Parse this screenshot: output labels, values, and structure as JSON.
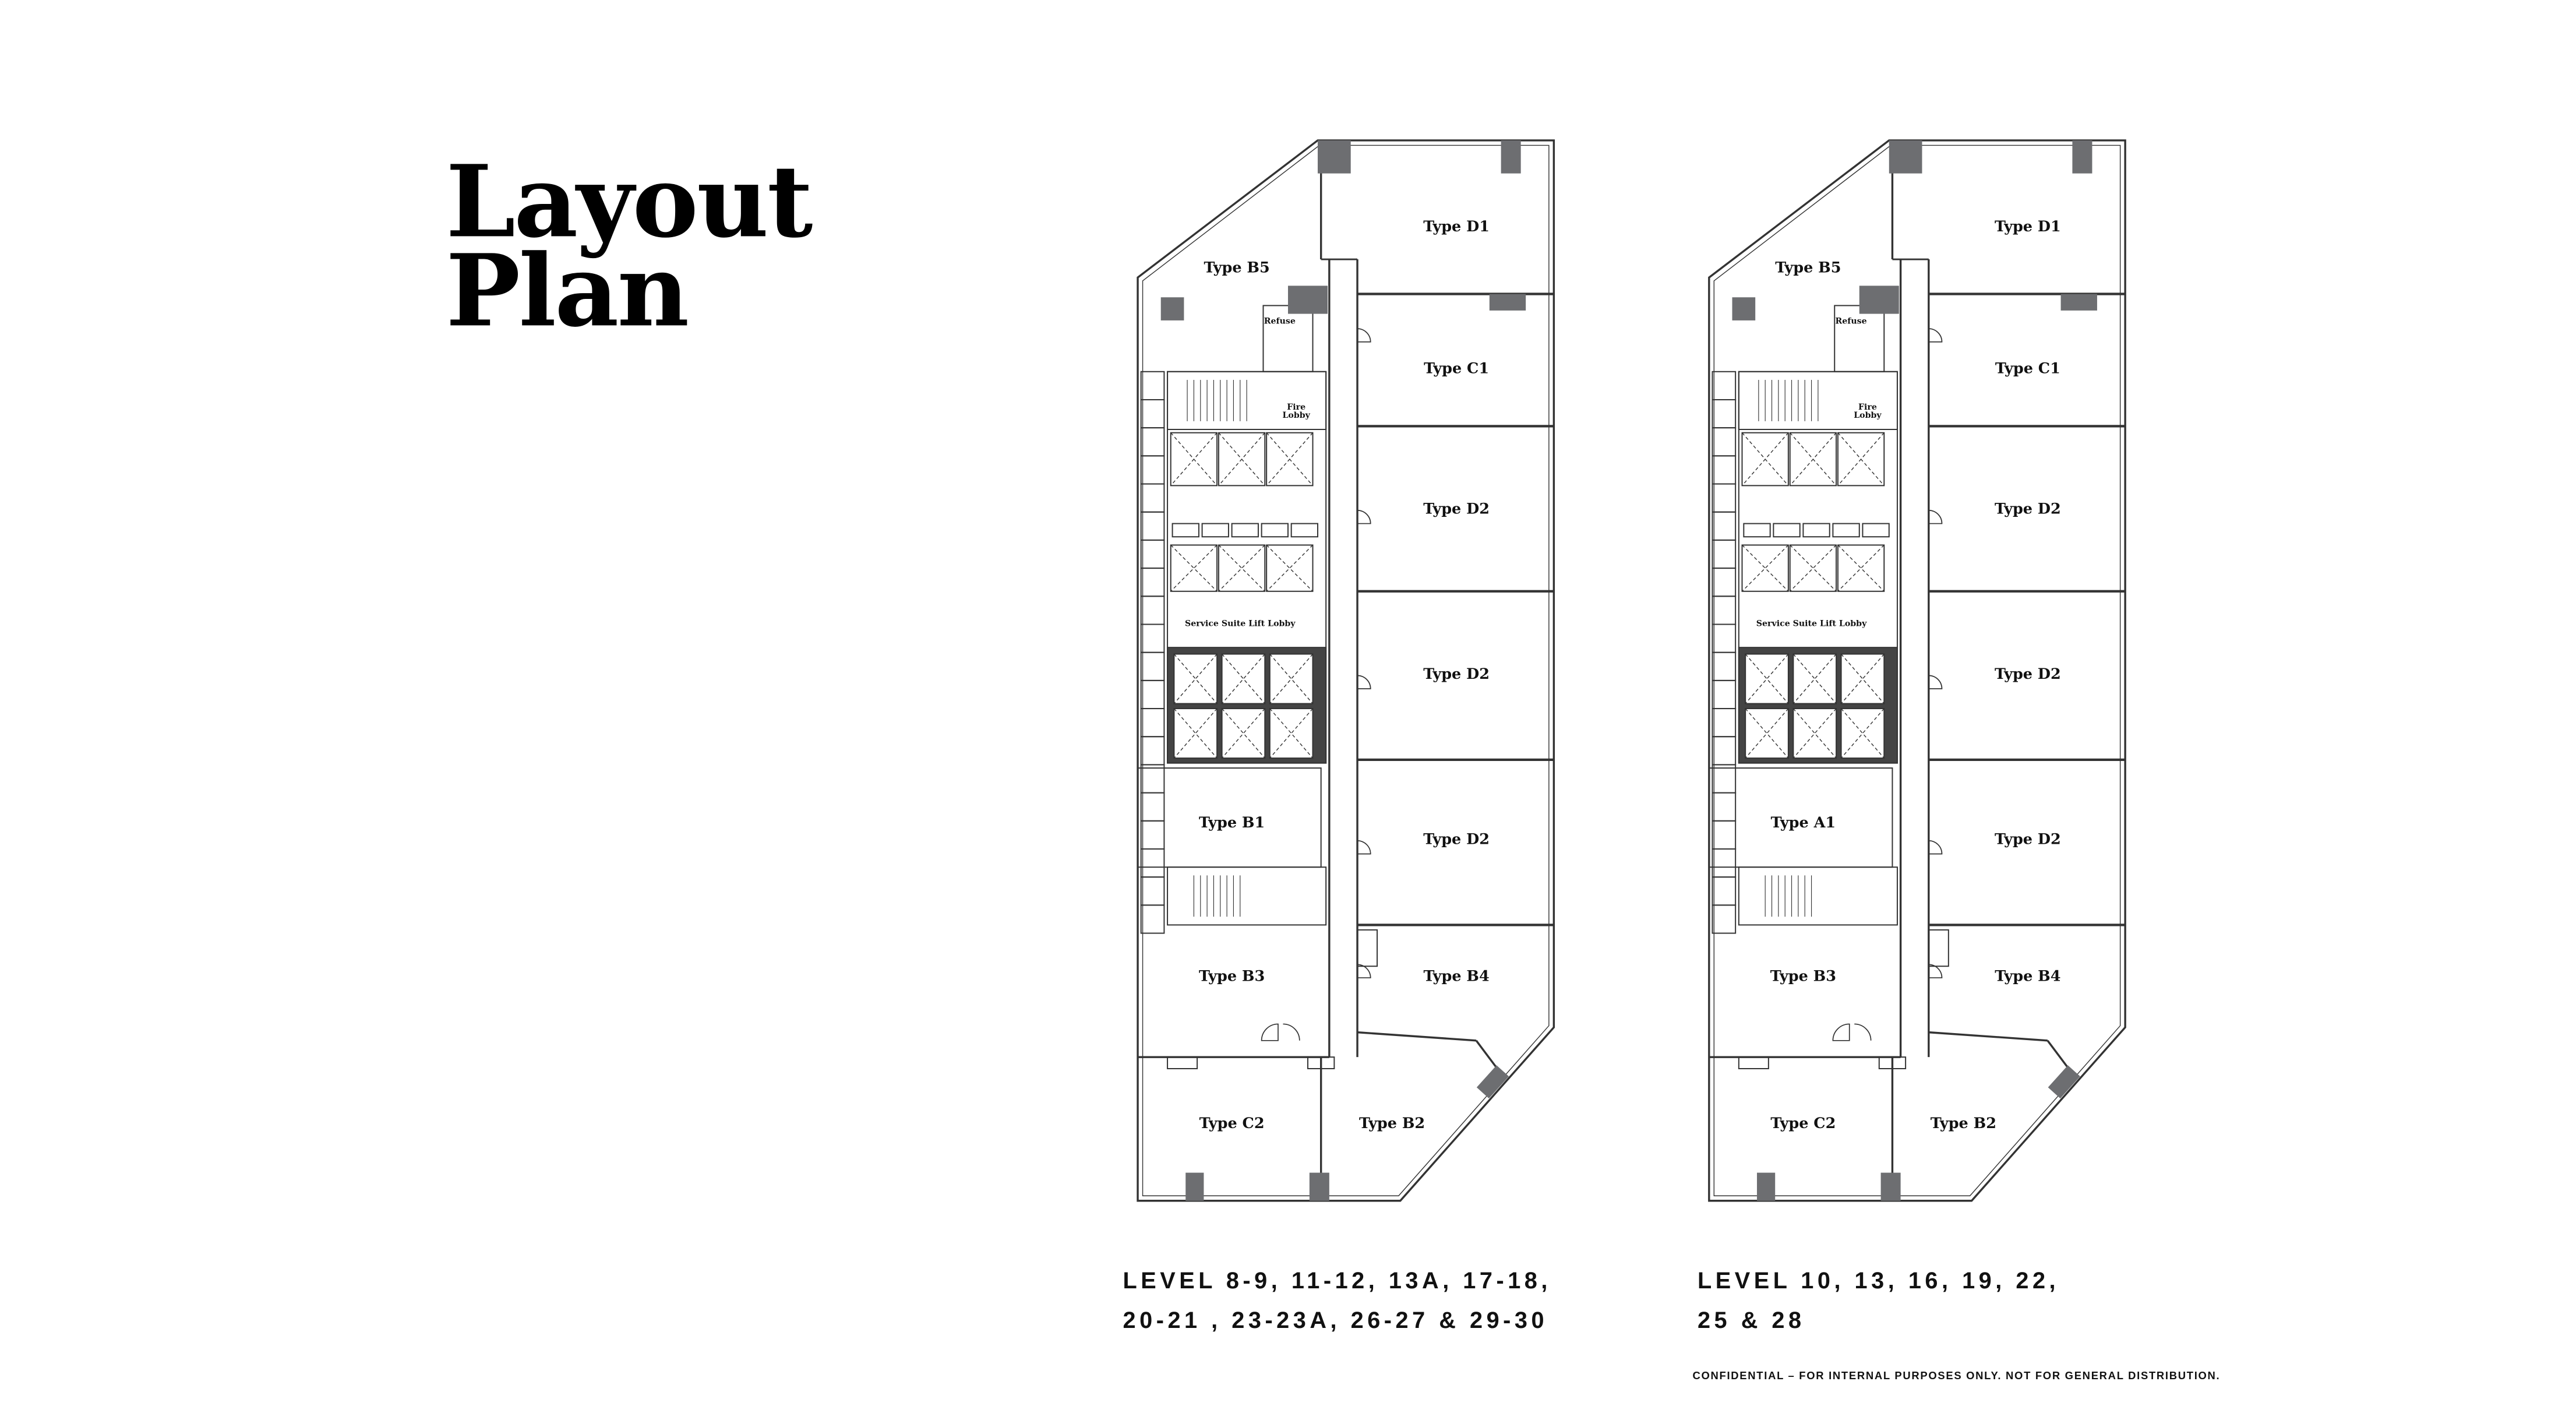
{
  "title": {
    "line1": "Layout",
    "line2": "Plan"
  },
  "plans": [
    {
      "caption_line1": "LEVEL 8-9,  11-12, 13A, 17-18,",
      "caption_line2": "20-21 , 23-23A, 26-27 & 29-30",
      "units": {
        "d1": "Type D1",
        "b5": "Type B5",
        "c1": "Type C1",
        "d2a": "Type D2",
        "d2b": "Type D2",
        "d2c": "Type D2",
        "mid": "Type B1",
        "b3": "Type B3",
        "b4": "Type B4",
        "c2": "Type C2",
        "b2": "Type B2"
      },
      "rooms": {
        "refuse": "Refuse",
        "fire1": "Fire",
        "fire2": "Lobby",
        "lobby": "Service Suite Lift Lobby"
      }
    },
    {
      "caption_line1": "LEVEL 10, 13, 16, 19, 22,",
      "caption_line2": "25 & 28",
      "units": {
        "d1": "Type D1",
        "b5": "Type B5",
        "c1": "Type C1",
        "d2a": "Type D2",
        "d2b": "Type D2",
        "d2c": "Type D2",
        "mid": "Type A1",
        "b3": "Type B3",
        "b4": "Type B4",
        "c2": "Type C2",
        "b2": "Type B2"
      },
      "rooms": {
        "refuse": "Refuse",
        "fire1": "Fire",
        "fire2": "Lobby",
        "lobby": "Service Suite Lift Lobby"
      }
    }
  ],
  "footer": {
    "confidential": "CONFIDENTIAL – FOR INTERNAL PURPOSES ONLY. NOT FOR GENERAL DISTRIBUTION."
  },
  "colors": {
    "wall": "#333333",
    "column": "#6d6e71"
  }
}
